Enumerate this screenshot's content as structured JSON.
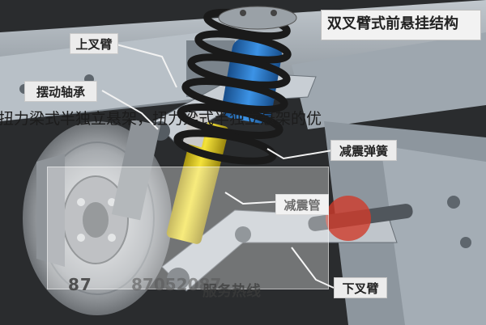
{
  "title": "双叉臂式前悬挂结构",
  "labels": {
    "upper_arm": "上叉臂",
    "swing_bearing": "摆动轴承",
    "shock_spring": "减震弹簧",
    "shock_absorber": "减震管",
    "lower_arm": "下叉臂"
  },
  "overlay_caption": "扭力梁式半独立悬架，扭力梁式半独立悬架的优",
  "watermark": {
    "phone": "87",
    "phone_tail": "87052087",
    "service": "服务热线"
  },
  "colors": {
    "background": "#2a2c2e",
    "frame": "#a9b2bb",
    "spring_black": "#1a1a1a",
    "shock_yellow": "#e8d21a",
    "bumper_blue": "#2a7bd1",
    "disc": "#b9bcbf",
    "label_bg": "#ececec"
  },
  "icons": [
    "mechanical-illustration"
  ]
}
